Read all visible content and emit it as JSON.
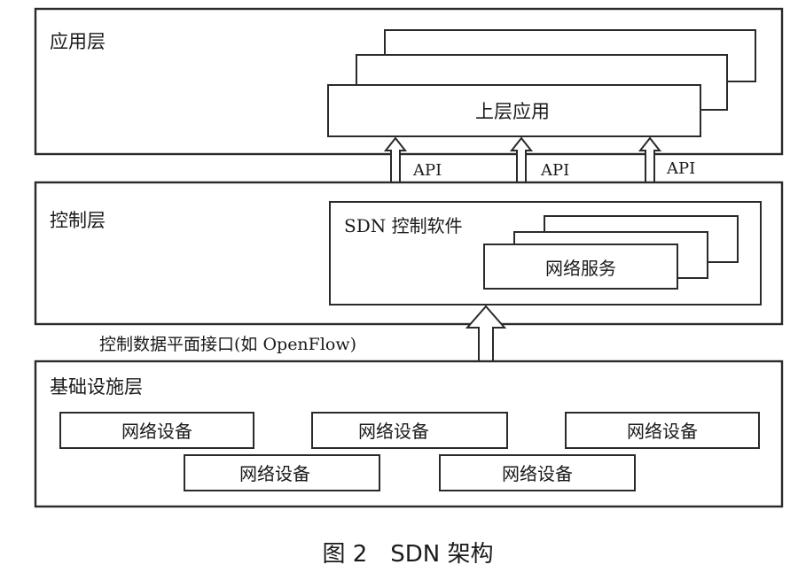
{
  "layers": {
    "application": {
      "title": "应用层",
      "upper_app": "上层应用"
    },
    "api_labels": [
      "API",
      "API",
      "API"
    ],
    "control": {
      "title": "控制层",
      "software": "SDN 控制软件",
      "network_service": "网络服务"
    },
    "southbound_interface": "控制数据平面接口(如 OpenFlow)",
    "infrastructure": {
      "title": "基础设施层",
      "devices": [
        "网络设备",
        "网络设备",
        "网络设备",
        "网络设备",
        "网络设备"
      ]
    }
  },
  "caption": "图 2　SDN 架构"
}
